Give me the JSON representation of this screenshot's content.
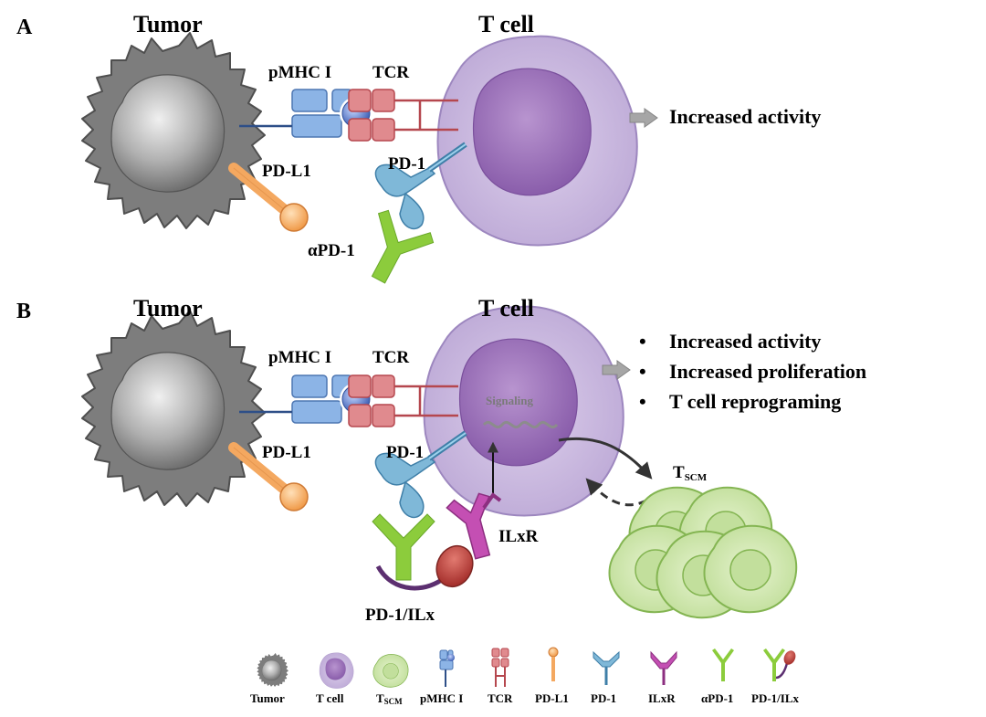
{
  "panel_a": {
    "letter": "A",
    "tumor_label": "Tumor",
    "tcell_label": "T cell",
    "pmhc_label": "pMHC I",
    "tcr_label": "TCR",
    "pdl1_label": "PD-L1",
    "pd1_label": "PD-1",
    "apd1_label": "αPD-1",
    "outcome": "Increased activity"
  },
  "panel_b": {
    "letter": "B",
    "tumor_label": "Tumor",
    "tcell_label": "T cell",
    "pmhc_label": "pMHC I",
    "tcr_label": "TCR",
    "pdl1_label": "PD-L1",
    "pd1_label": "PD-1",
    "ilxr_label": "ILxR",
    "fusion_label": "PD-1/ILx",
    "signaling_label": "Signaling",
    "tscm_main": "T",
    "tscm_sub": "SCM",
    "bullet": "•",
    "outcomes": [
      "Increased activity",
      "Increased proliferation",
      "T cell reprograming"
    ]
  },
  "legend": {
    "tumor": "Tumor",
    "tcell": "T cell",
    "tscm_main": "T",
    "tscm_sub": "SCM",
    "pmhc": "pMHC I",
    "tcr": "TCR",
    "pdl1": "PD-L1",
    "pd1": "PD-1",
    "ilxr": "ILxR",
    "apd1": "αPD-1",
    "fusion": "PD-1/ILx"
  },
  "colors": {
    "tumor": "#7a7a7a",
    "tcell": "#c9b8dd",
    "tscm": "#c6e0a2",
    "pmhc": "#8cb4e6",
    "tcr": "#d9777b",
    "pdl1": "#f4a860",
    "pd1": "#7fb8d8",
    "ilxr": "#c44fb3",
    "apd1": "#8ccc3c",
    "ilx": "#c7413b"
  }
}
